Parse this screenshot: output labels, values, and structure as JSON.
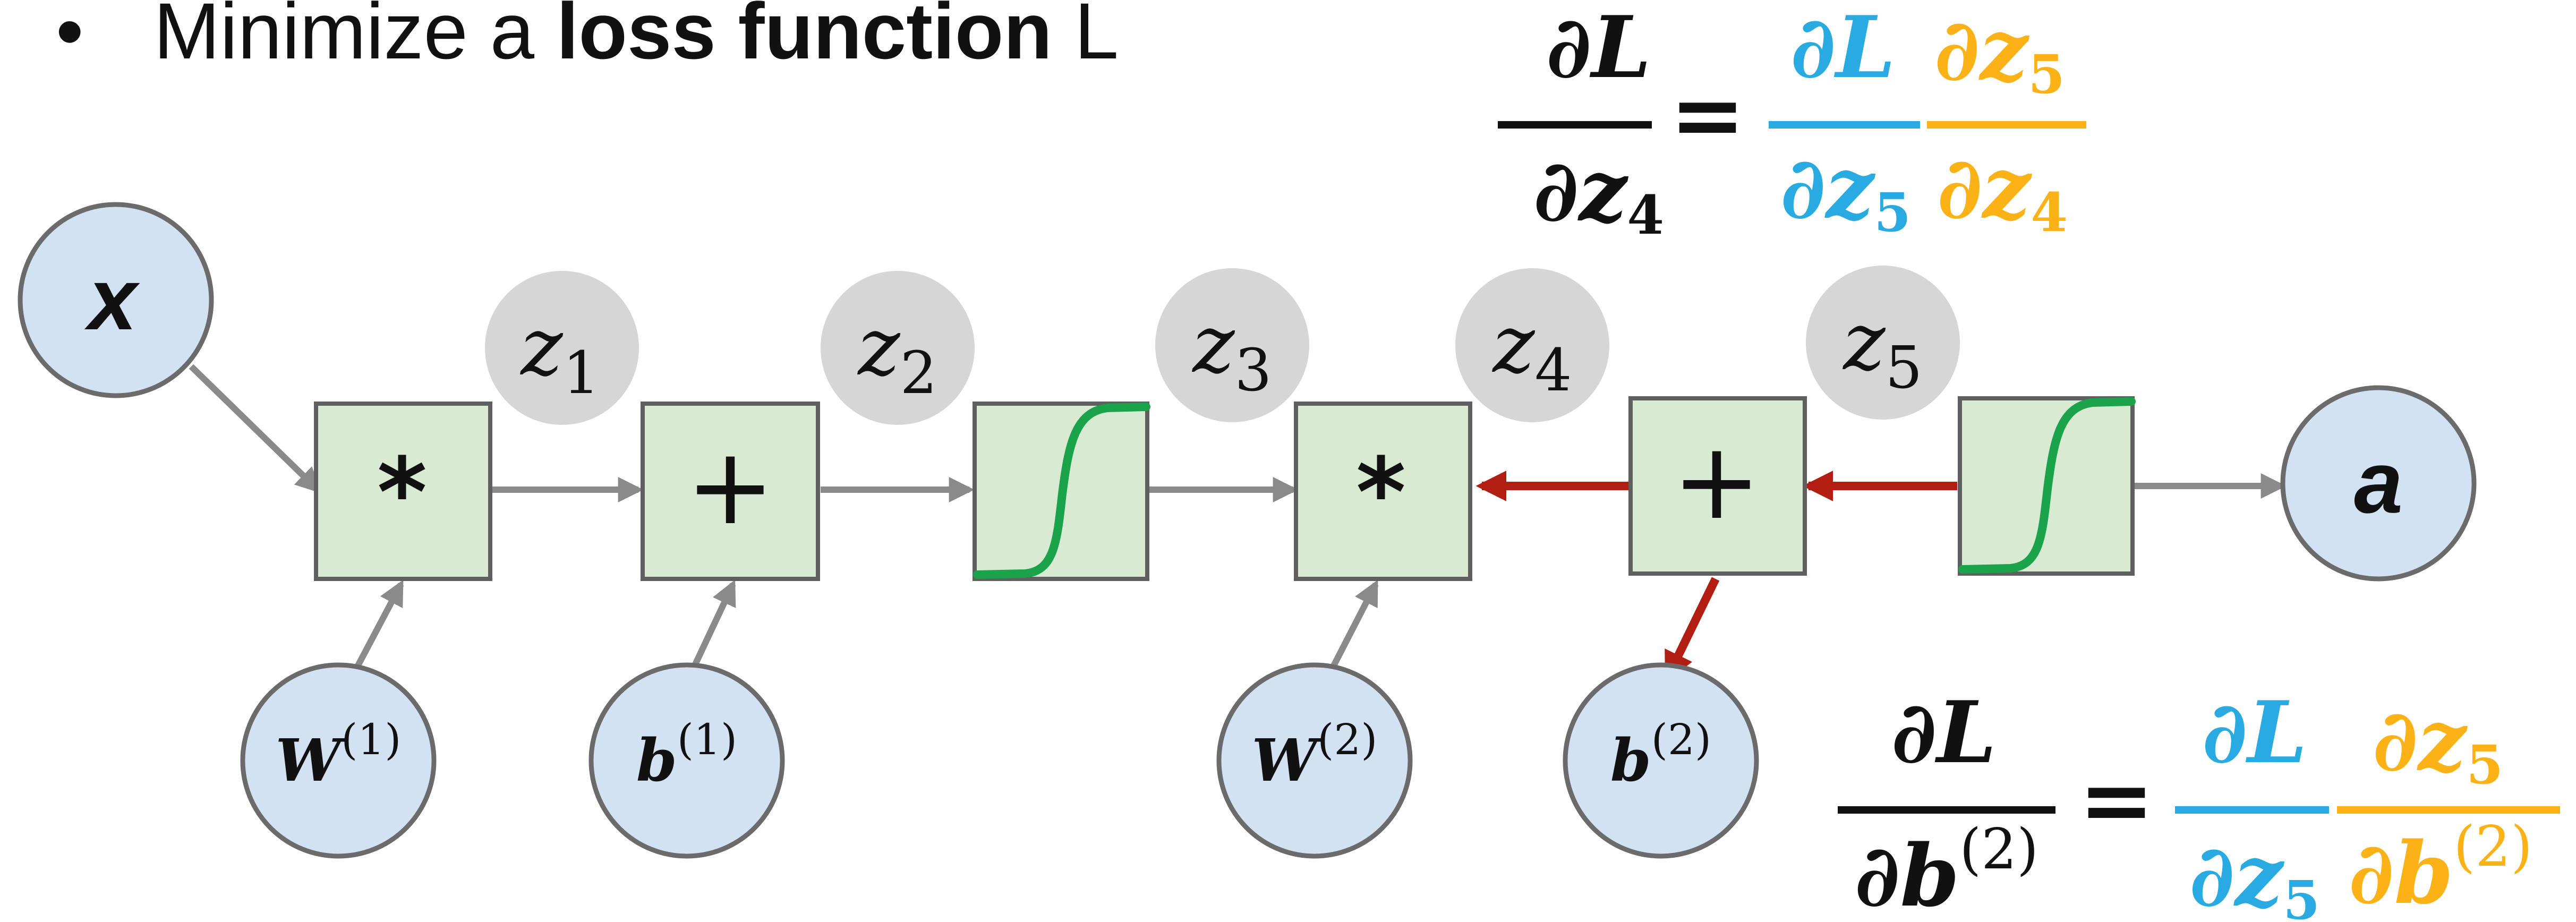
{
  "bullet": {
    "marker": "•",
    "prefix": "Minimize a ",
    "emphasis": "loss function",
    "suffix": " L"
  },
  "colors": {
    "node_fill": "#d3e2f3",
    "node_stroke": "#6b6b6b",
    "op_fill": "#d9ead3",
    "op_stroke": "#5f5f5f",
    "z_fill": "#d6d6d6",
    "arrow_forward": "#8a8a8a",
    "arrow_backward": "#b21f12",
    "sigmoid": "#1aa34a",
    "eq_black": "#111111",
    "eq_blue": "#29abe2",
    "eq_orange": "#fbb217"
  },
  "nodes": {
    "input": "x",
    "output": "a",
    "w1": {
      "base": "W",
      "sup": "(1)"
    },
    "b1": {
      "base": "b",
      "sup": "(1)"
    },
    "w2": {
      "base": "W",
      "sup": "(2)"
    },
    "b2": {
      "base": "b",
      "sup": "(2)"
    }
  },
  "ops": {
    "mul": "*",
    "add": "+",
    "sigmoid_icon": "sigmoid-curve-icon"
  },
  "intermediates": [
    {
      "base": "z",
      "sub": "1"
    },
    {
      "base": "z",
      "sub": "2"
    },
    {
      "base": "z",
      "sub": "3"
    },
    {
      "base": "z",
      "sub": "4"
    },
    {
      "base": "z",
      "sub": "5"
    }
  ],
  "eq1": {
    "lhs_num": "∂L",
    "lhs_den_d": "∂",
    "lhs_den_var": "z",
    "lhs_den_sub": "4",
    "equals": "=",
    "r1_num": "∂L",
    "r1_den_d": "∂",
    "r1_den_var": "z",
    "r1_den_sub": "5",
    "r2_num_d": "∂",
    "r2_num_var": "z",
    "r2_num_sub": "5",
    "r2_den_d": "∂",
    "r2_den_var": "z",
    "r2_den_sub": "4"
  },
  "eq2": {
    "lhs_num": "∂L",
    "lhs_den_d": "∂",
    "lhs_den_var": "b",
    "lhs_den_sup": "(2)",
    "equals": "=",
    "r1_num": "∂L",
    "r1_den_d": "∂",
    "r1_den_var": "z",
    "r1_den_sub": "5",
    "r2_num_d": "∂",
    "r2_num_var": "z",
    "r2_num_sub": "5",
    "r2_den_d": "∂",
    "r2_den_var": "b",
    "r2_den_sup": "(2)"
  }
}
